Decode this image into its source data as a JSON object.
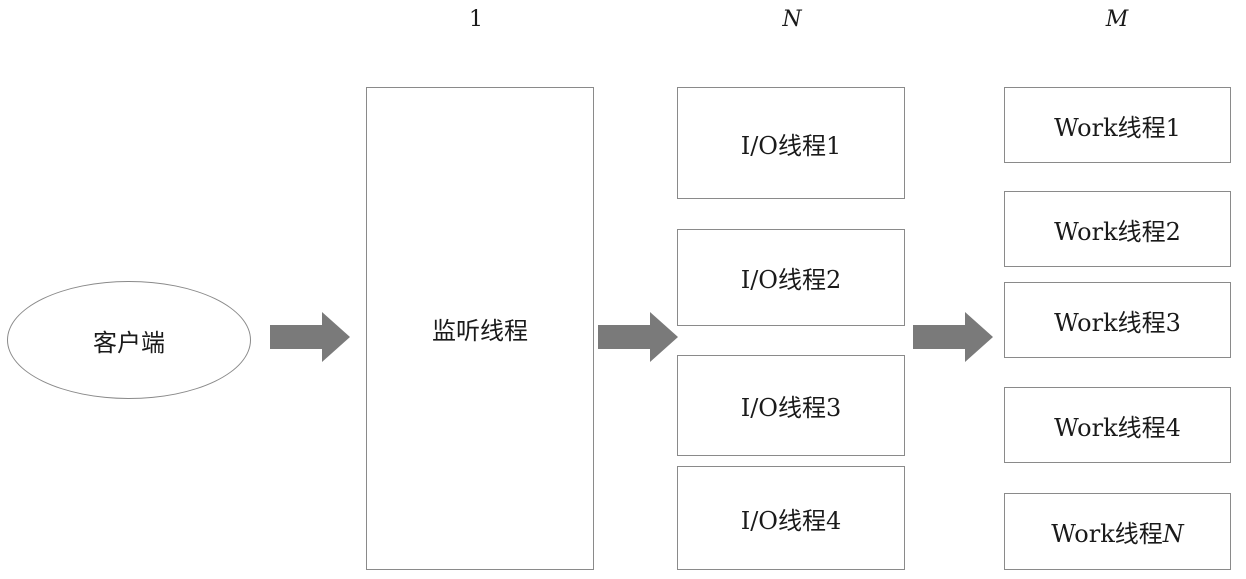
{
  "headers": {
    "listener_count": "1",
    "io_count": "N",
    "worker_count": "M"
  },
  "client": {
    "label": "客户端"
  },
  "listener": {
    "label": "监听线程"
  },
  "io_threads": [
    {
      "label": "I/O线程1"
    },
    {
      "label": "I/O线程2"
    },
    {
      "label": "I/O线程3"
    },
    {
      "label": "I/O线程4"
    }
  ],
  "work_threads": [
    {
      "label": "Work线程1"
    },
    {
      "label": "Work线程2"
    },
    {
      "label": "Work线程3"
    },
    {
      "label": "Work线程4"
    },
    {
      "prefix": "Work线程",
      "suffix": "N"
    }
  ],
  "colors": {
    "arrow": "#7a7a7a",
    "border": "#8a8a8a"
  }
}
